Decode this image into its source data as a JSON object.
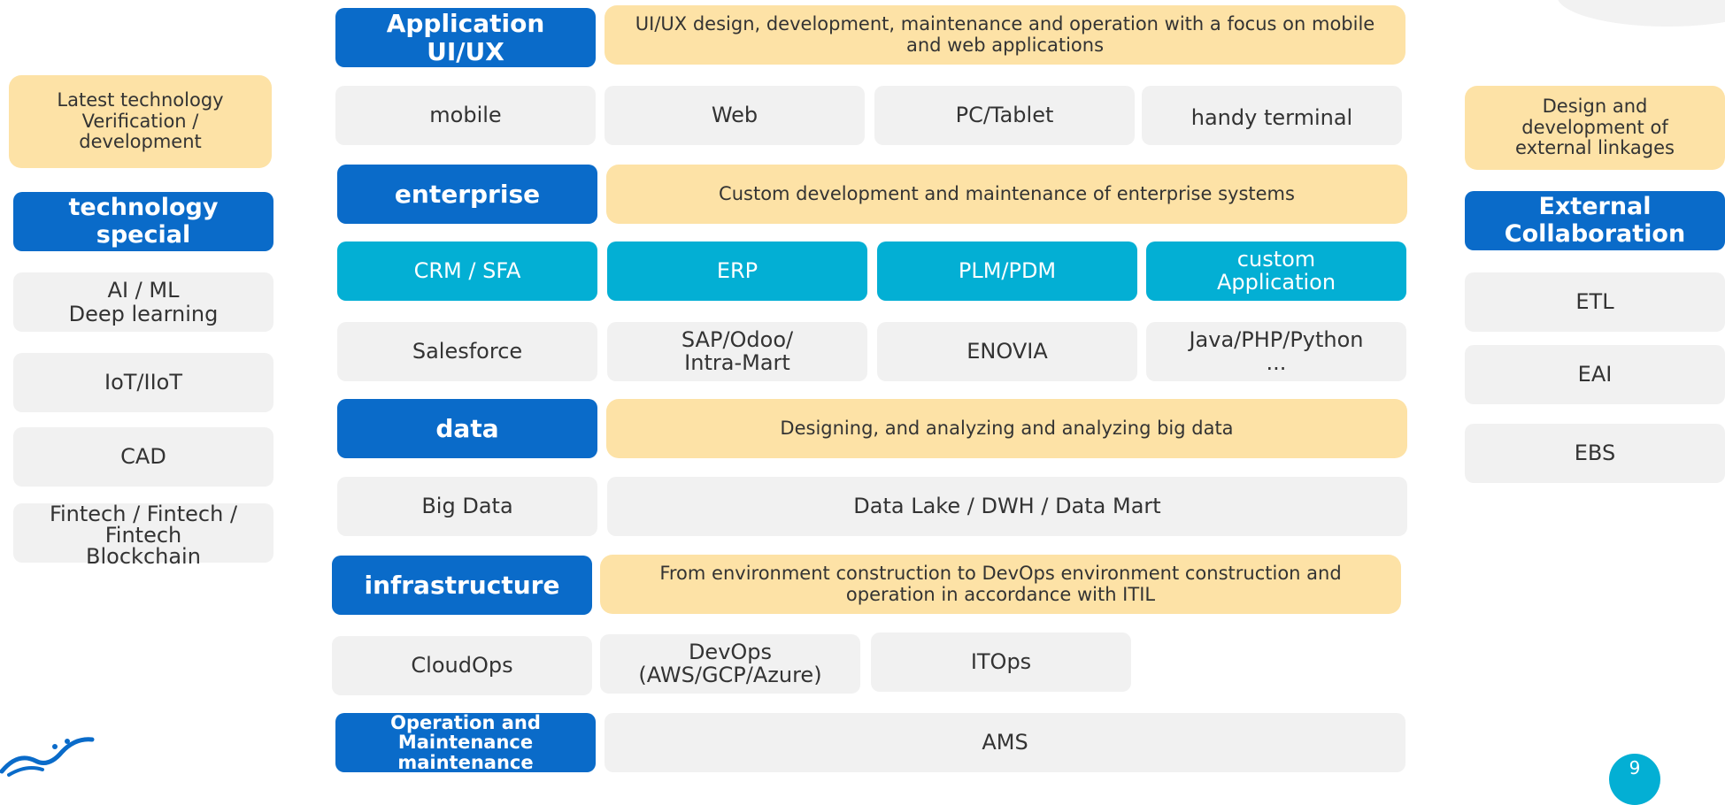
{
  "left": {
    "tech_note": "Latest technology\nVerification /\ndevelopment",
    "header": "technology\nspecial",
    "items": [
      "AI / ML\nDeep learning",
      "IoT/IIoT",
      "CAD",
      "Fintech / Fintech /\nFintech\nBlockchain"
    ]
  },
  "app": {
    "title": "Application\nUI/UX",
    "desc": "UI/UX design, development, maintenance and operation with a focus on mobile\nand web applications",
    "items": [
      "mobile",
      "Web",
      "PC/Tablet",
      "handy terminal"
    ]
  },
  "enterprise": {
    "title": "enterprise",
    "desc": "Custom development and maintenance of enterprise systems",
    "categories": [
      "CRM / SFA",
      "ERP",
      "PLM/PDM",
      "custom\nApplication"
    ],
    "products": [
      "Salesforce",
      "SAP/Odoo/\nIntra-Mart",
      "ENOVIA",
      "Java/PHP/Python\n..."
    ]
  },
  "data_section": {
    "title": "data",
    "desc": "Designing, and analyzing and analyzing big data",
    "items": [
      "Big Data",
      "Data Lake / DWH / Data Mart"
    ]
  },
  "infra": {
    "title": "infrastructure",
    "desc": "From environment construction to DevOps environment construction and\noperation in accordance with ITIL",
    "items": [
      "CloudOps",
      "DevOps\n(AWS/GCP/Azure)",
      "ITOps"
    ]
  },
  "ops": {
    "title": "Operation and\nMaintenance\nmaintenance",
    "item": "AMS"
  },
  "right": {
    "ext_note": "Design and\ndevelopment of\nexternal linkages",
    "header": "External\nCollaboration",
    "items": [
      "ETL",
      "EAI",
      "EBS"
    ]
  },
  "page": {
    "number": "9"
  }
}
